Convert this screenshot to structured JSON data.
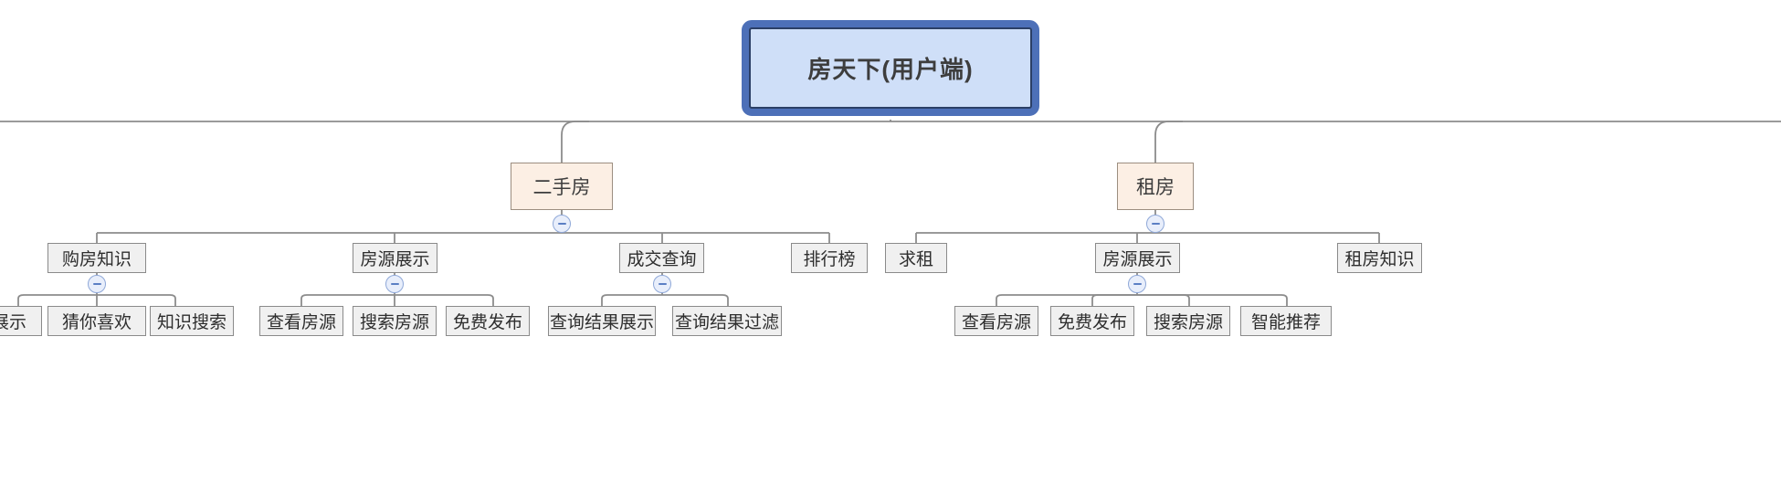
{
  "diagram": {
    "type": "tree-mindmap",
    "title": "房天下(用户端)",
    "colors": {
      "root_border": "#4d70b8",
      "root_inner_border": "#2b3f66",
      "root_fill": "#cfdff8",
      "level2_fill": "#fcefe4",
      "level2_border": "#9c8e80",
      "level3_fill": "#f0f0f0",
      "level3_border": "#8a8a8a",
      "edge": "#8c8c8c",
      "toggle_fill": "#e8eefb",
      "toggle_border": "#8fa8d8",
      "toggle_glyph": "#5b7fc4"
    }
  },
  "nodes": {
    "root": {
      "label": "房天下(用户端)"
    },
    "level2": [
      {
        "id": "ershoufang",
        "label": "二手房"
      },
      {
        "id": "zufang",
        "label": "租房"
      }
    ],
    "level3": [
      {
        "id": "goufangzhishi",
        "label": "购房知识"
      },
      {
        "id": "fangyuanzhanshi_a",
        "label": "房源展示"
      },
      {
        "id": "chengjiaochaxun",
        "label": "成交查询"
      },
      {
        "id": "paihangbang",
        "label": "排行榜"
      },
      {
        "id": "qiuzu",
        "label": "求租"
      },
      {
        "id": "fangyuanzhanshi_b",
        "label": "房源展示"
      },
      {
        "id": "zufangzhishi",
        "label": "租房知识"
      }
    ],
    "leaves": [
      {
        "id": "leaf-zhanshi",
        "label": "展示",
        "truncated": true
      },
      {
        "id": "leaf-caini",
        "label": "猜你喜欢"
      },
      {
        "id": "leaf-zhishisousuo",
        "label": "知识搜索"
      },
      {
        "id": "leaf-chakanfangyuan1",
        "label": "查看房源"
      },
      {
        "id": "leaf-sousuofangyuan1",
        "label": "搜索房源"
      },
      {
        "id": "leaf-mianfeifabu1",
        "label": "免费发布"
      },
      {
        "id": "leaf-chaxunjieguozhanshi",
        "label": "查询结果展示"
      },
      {
        "id": "leaf-chaxunjieguoguolv",
        "label": "查询结果过滤"
      },
      {
        "id": "leaf-chakanfangyuan2",
        "label": "查看房源"
      },
      {
        "id": "leaf-mianfeifabu2",
        "label": "免费发布"
      },
      {
        "id": "leaf-sousuofangyuan2",
        "label": "搜索房源"
      },
      {
        "id": "leaf-zhinengtuijian",
        "label": "智能推荐"
      }
    ],
    "toggles": [
      {
        "id": "toggle-ershoufang",
        "glyph": "minus-icon",
        "state": "expanded"
      },
      {
        "id": "toggle-zufang",
        "glyph": "minus-icon",
        "state": "expanded"
      },
      {
        "id": "toggle-goufangzhishi",
        "glyph": "minus-icon",
        "state": "expanded"
      },
      {
        "id": "toggle-fangyuanzhanshi-a",
        "glyph": "minus-icon",
        "state": "expanded"
      },
      {
        "id": "toggle-chengjiaochaxun",
        "glyph": "minus-icon",
        "state": "expanded"
      },
      {
        "id": "toggle-fangyuanzhanshi-b",
        "glyph": "minus-icon",
        "state": "expanded"
      }
    ]
  }
}
